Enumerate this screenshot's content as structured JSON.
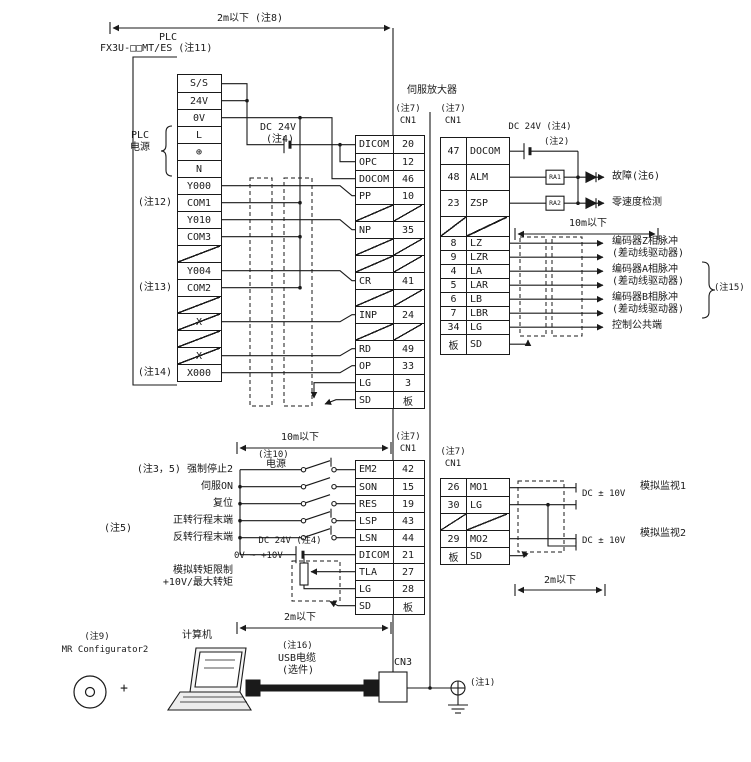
{
  "top": {
    "dim": "2m以下 (注8)",
    "plc_title": "PLC",
    "plc_model": "FX3U-□□MT/ES (注11)"
  },
  "plc": {
    "power1": "PLC",
    "power2": "电源",
    "note12": "(注12)",
    "note13": "(注13)",
    "note14": "(注14)",
    "terminals": [
      "S/S",
      "24V",
      "0V",
      "L",
      "⊕",
      "N",
      "Y000",
      "COM1",
      "Y010",
      "COM3",
      "",
      "Y004",
      "COM2",
      "",
      "X",
      "",
      "X",
      "X000"
    ]
  },
  "servo": {
    "title": "伺服放大器"
  },
  "cn1a": {
    "note": "(注7)",
    "name": "CN1",
    "rows": [
      [
        "DICOM",
        "20"
      ],
      [
        "OPC",
        "12"
      ],
      [
        "DOCOM",
        "46"
      ],
      [
        "PP",
        "10"
      ],
      [
        "",
        ""
      ],
      [
        "NP",
        "35"
      ],
      [
        "",
        ""
      ],
      [
        "",
        ""
      ],
      [
        "CR",
        "41"
      ],
      [
        "",
        ""
      ],
      [
        "INP",
        "24"
      ],
      [
        "",
        ""
      ],
      [
        "RD",
        "49"
      ],
      [
        "OP",
        "33"
      ],
      [
        "LG",
        "3"
      ],
      [
        "SD",
        "板"
      ]
    ]
  },
  "cn1b": {
    "note": "(注7)",
    "name": "CN1",
    "rows": [
      [
        "47",
        "DOCOM"
      ],
      [
        "48",
        "ALM"
      ],
      [
        "23",
        "ZSP"
      ],
      [
        "",
        ""
      ],
      [
        "8",
        "LZ"
      ],
      [
        "9",
        "LZR"
      ],
      [
        "4",
        "LA"
      ],
      [
        "5",
        "LAR"
      ],
      [
        "6",
        "LB"
      ],
      [
        "7",
        "LBR"
      ],
      [
        "34",
        "LG"
      ],
      [
        "板",
        "SD"
      ]
    ]
  },
  "cn1c": {
    "note": "(注7)",
    "name": "CN1",
    "rows": [
      [
        "EM2",
        "42"
      ],
      [
        "SON",
        "15"
      ],
      [
        "RES",
        "19"
      ],
      [
        "LSP",
        "43"
      ],
      [
        "LSN",
        "44"
      ],
      [
        "DICOM",
        "21"
      ],
      [
        "TLA",
        "27"
      ],
      [
        "LG",
        "28"
      ],
      [
        "SD",
        "板"
      ]
    ]
  },
  "cn1d": {
    "note": "(注7)",
    "name": "CN1",
    "rows": [
      [
        "26",
        "MO1"
      ],
      [
        "30",
        "LG"
      ],
      [
        "",
        ""
      ],
      [
        "29",
        "MO2"
      ],
      [
        "板",
        "SD"
      ]
    ]
  },
  "upper_left": {
    "dc24v": "DC 24V",
    "note4": "(注4)"
  },
  "right": {
    "dc24v": "DC 24V (注4)",
    "note2": "(注2)",
    "ra1": "RA1",
    "ra2": "RA2",
    "fault": "故障(注6)",
    "zero": "零速度检测",
    "dim10m": "10m以下",
    "encz1": "编码器Z相脉冲",
    "encz2": "(差动线驱动器)",
    "enca1": "编码器A相脉冲",
    "enca2": "(差动线驱动器)",
    "encb1": "编码器B相脉冲",
    "encb2": "(差动线驱动器)",
    "common": "控制公共端",
    "note15": "(注15)"
  },
  "lower_left": {
    "dim10m": "10m以下",
    "note10": "(注10)",
    "power": "电源",
    "em2": "(注3，5) 强制停止2",
    "son": "伺服ON",
    "res": "复位",
    "lsp": "正转行程末端",
    "lsn": "反转行程末端",
    "note5": "(注5)",
    "dc24v": "DC 24V (注4)",
    "range": "0V ~ +10V",
    "torque1": "模拟转矩限制",
    "torque2": "+10V/最大转矩",
    "dim2m": "2m以下"
  },
  "monitor": {
    "dc1": "DC ± 10V",
    "dc2": "DC ± 10V",
    "mon1": "模拟监视1",
    "mon2": "模拟监视2",
    "dim2m": "2m以下"
  },
  "bottom": {
    "note9": "(注9)",
    "mrc": "MR Configurator2",
    "plus": "+",
    "computer": "计算机",
    "note16": "(注16)",
    "usb": "USB电缆",
    "option": "(选件)",
    "cn3": "CN3",
    "note1": "(注1)"
  }
}
